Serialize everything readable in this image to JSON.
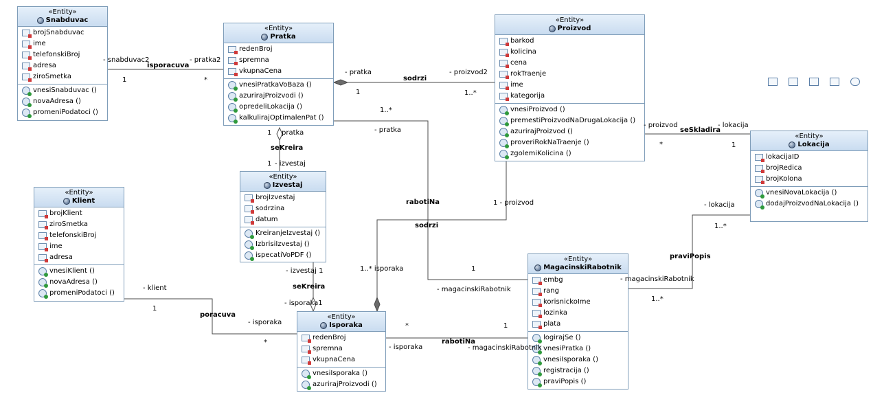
{
  "stereotype": "«Entity»",
  "classes": {
    "snabduvac": {
      "name": "Snabduvac",
      "attributes": [
        "brojSnabduvac",
        "ime",
        "telefonskiBroj",
        "adresa",
        "ziroSmetka"
      ],
      "operations": [
        "vnesiSnabduvac ()",
        "novaAdresa ()",
        "promeniPodatoci ()"
      ]
    },
    "pratka": {
      "name": "Pratka",
      "attributes": [
        "redenBroj",
        "spremna",
        "vkupnaCena"
      ],
      "operations": [
        "vnesiPratkaVoBaza ()",
        "azurirajProizvodi ()",
        "opredeliLokacija ()",
        "kalkulirajOptimalenPat ()"
      ]
    },
    "proizvod": {
      "name": "Proizvod",
      "attributes": [
        "barkod",
        "kolicina",
        "cena",
        "rokTraenje",
        "ime",
        "kategorija"
      ],
      "operations": [
        "vnesiProizvod ()",
        "premestiProizvodNaDrugaLokacija ()",
        "azurirajProizvod ()",
        "proveriRokNaTraenje ()",
        "zgolemiKolicina ()"
      ]
    },
    "lokacija": {
      "name": "Lokacija",
      "attributes": [
        "lokacijaID",
        "brojRedica",
        "brojKolona"
      ],
      "operations": [
        "vnesiNovaLokacija ()",
        "dodajProizvodNaLokacija ()"
      ]
    },
    "izvestaj": {
      "name": "Izvestaj",
      "attributes": [
        "brojIzvestaj",
        "sodrzina",
        "datum"
      ],
      "operations": [
        "KreiranjeIzvestaj ()",
        "IzbrisiIzvestaj ()",
        "ispecatiVoPDF ()"
      ]
    },
    "klient": {
      "name": "Klient",
      "attributes": [
        "brojKlient",
        "ziroSmetka",
        "telefonskiBroj",
        "ime",
        "adresa"
      ],
      "operations": [
        "vnesiKlient ()",
        "novaAdresa ()",
        "promeniPodatoci ()"
      ]
    },
    "magacinski": {
      "name": "MagacinskiRabotnik",
      "attributes": [
        "embg",
        "rang",
        "korisnickoIme",
        "lozinka",
        "plata"
      ],
      "operations": [
        "logirajSe ()",
        "vnesiPratka ()",
        "vnesiIsporaka ()",
        "registracija ()",
        "praviPopis ()"
      ]
    },
    "isporaka": {
      "name": "Isporaka",
      "attributes": [
        "redenBroj",
        "spremna",
        "vkupnaCena"
      ],
      "operations": [
        "vnesiIsporaka ()",
        "azurirajProizvodi ()"
      ]
    }
  },
  "labels": {
    "snab_role": "- snabduvac2",
    "snab_mult": "1",
    "isporacuva": "isporacuva",
    "pratka2_role": "- pratka2",
    "pratka2_mult": "*",
    "pratka_role_sodrzi": "- pratka",
    "pratka_mult_sodrzi": "1",
    "sodrzi_top": "sodrzi",
    "proizvod2_role": "- proizvod2",
    "proizvod2_mult": "1..*",
    "rabotina_mult_top": "1..*",
    "pratka_role_rab": "- pratka",
    "sekreira_1_mult_top": "1",
    "sekreira_1_role_top": "pratka",
    "sekreira_1": "seKreira",
    "sekreira_1_mult_bot": "1",
    "sekreira_1_role_bot": "- izvestaj",
    "proizvod_role_loc": "- proizvod",
    "seskladira": "seSkladira",
    "lokacija_role_top": "- lokacija",
    "seskl_mult_left": "*",
    "seskl_mult_right": "1",
    "rabotina_mid": "rabotiNa",
    "proizvod_role_1": "1 - proizvod",
    "sodrzi_mid": "sodrzi",
    "lokacija_role_pp": "- lokacija",
    "pp_mult_top": "1..*",
    "pravipopis": "praviPopis",
    "mag_role_pp": "- magacinskiRabotnik",
    "pp_mult_bot": "1..*",
    "isp_mult_sodrzi": "1..* isporaka",
    "mag_mult_1": "1",
    "mag_role_rab": "- magacinskiRabotnik",
    "izv_role_2": "- izvestaj 1",
    "sekreira_2": "seKreira",
    "isp_role_2": "- isporaka1",
    "klient_role": "- klient",
    "klient_mult": "1",
    "poracuva": "poracuva",
    "isp_role_klient": "- isporaka",
    "isp_mult_klient": "*",
    "isp_mult_rab": "*",
    "mag_mult_rab": "1",
    "rabotina_bot": "rabotiNa",
    "isp_role_rab": "- isporaka",
    "mag_role_rab2": "- magacinskiRabotnik"
  },
  "toolbar": [
    "folder-icon",
    "document-icon",
    "entity-icon",
    "data-icon",
    "link-icon"
  ]
}
